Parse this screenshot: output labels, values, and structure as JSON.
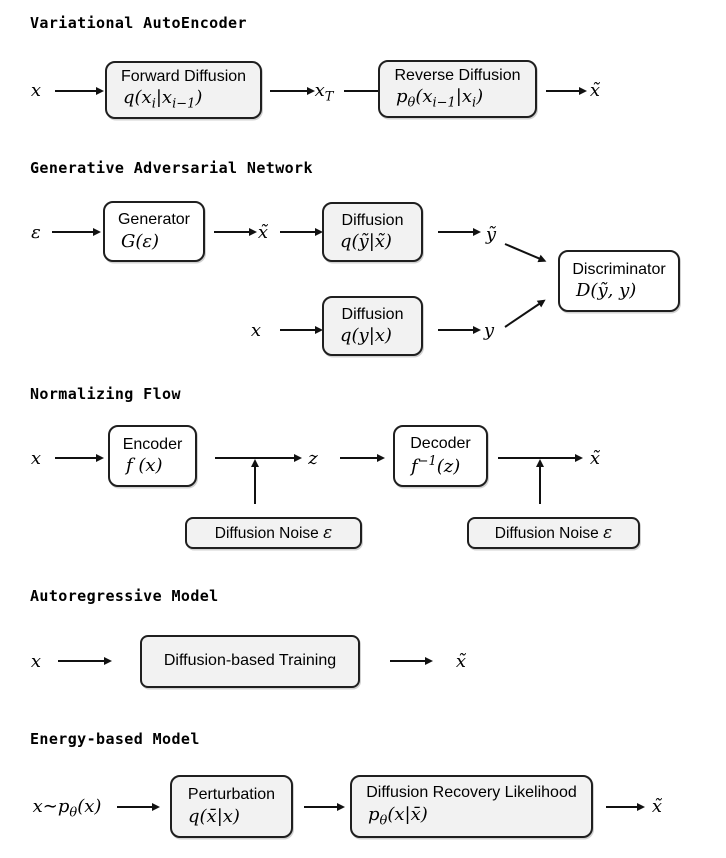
{
  "colors": {
    "background": "#ffffff",
    "box_fill_shaded": "#f2f2f2",
    "box_fill_plain": "#ffffff",
    "box_border": "#1f1f1f",
    "text": "#000000"
  },
  "sections": {
    "vae": {
      "title": "Variational AutoEncoder",
      "input_label": "x",
      "forward_box": {
        "title": "Forward Diffusion",
        "math": [
          {
            "t": "q(x"
          },
          {
            "t": "i",
            "sub": true
          },
          {
            "t": "|x"
          },
          {
            "t": "i−1",
            "sub": true
          },
          {
            "t": ")"
          }
        ]
      },
      "latent_label": [
        {
          "t": "x"
        },
        {
          "t": "T",
          "sub": true
        }
      ],
      "reverse_box": {
        "title": "Reverse Diffusion",
        "math": [
          {
            "t": "p"
          },
          {
            "t": "θ",
            "sub": true
          },
          {
            "t": "(x"
          },
          {
            "t": "i−1",
            "sub": true
          },
          {
            "t": "|x"
          },
          {
            "t": "i",
            "sub": true
          },
          {
            "t": ")"
          }
        ]
      },
      "output_label": "x̃"
    },
    "gan": {
      "title": "Generative Adversarial Network",
      "noise_label": "ε",
      "generator_box": {
        "title": "Generator",
        "math": [
          {
            "t": "G(ε)"
          }
        ]
      },
      "xtilde_label": "x̃",
      "diffusion_fake_box": {
        "title": "Diffusion",
        "math": [
          {
            "t": "q(ỹ|x̃)"
          }
        ]
      },
      "ytilde_label": "ỹ",
      "x_label": "x",
      "diffusion_real_box": {
        "title": "Diffusion",
        "math": [
          {
            "t": "q(y|x)"
          }
        ]
      },
      "y_label": "y",
      "discriminator_box": {
        "title": "Discriminator",
        "math": [
          {
            "t": "D(ỹ, y)"
          }
        ]
      }
    },
    "nf": {
      "title": "Normalizing Flow",
      "input_label": "x",
      "encoder_box": {
        "title": "Encoder",
        "math": [
          {
            "t": "f (x)"
          }
        ]
      },
      "z_label": "z",
      "decoder_box": {
        "title": "Decoder",
        "math": [
          {
            "t": "f"
          },
          {
            "t": "−1",
            "sup": true
          },
          {
            "t": "(z)"
          }
        ]
      },
      "output_label": "x̃",
      "noise_box_left": [
        {
          "t": "Diffusion Noise ",
          "cls": "t-sans"
        },
        {
          "t": "ε"
        }
      ],
      "noise_box_right": [
        {
          "t": "Diffusion Noise ",
          "cls": "t-sans"
        },
        {
          "t": "ε"
        }
      ]
    },
    "ar": {
      "title": "Autoregressive Model",
      "input_label": "x",
      "training_box": {
        "title": "Diffusion-based Training"
      },
      "output_label": "x̃"
    },
    "ebm": {
      "title": "Energy-based Model",
      "input_label": [
        {
          "t": "x∼p"
        },
        {
          "t": "θ",
          "sub": true
        },
        {
          "t": "(x)"
        }
      ],
      "perturbation_box": {
        "title": "Perturbation",
        "math": [
          {
            "t": "q(x̄|x)"
          }
        ]
      },
      "recovery_box": {
        "title": "Diffusion Recovery Likelihood",
        "math": [
          {
            "t": "p"
          },
          {
            "t": "θ",
            "sub": true
          },
          {
            "t": "(x|x̄)"
          }
        ]
      },
      "output_label": "x̃"
    }
  }
}
